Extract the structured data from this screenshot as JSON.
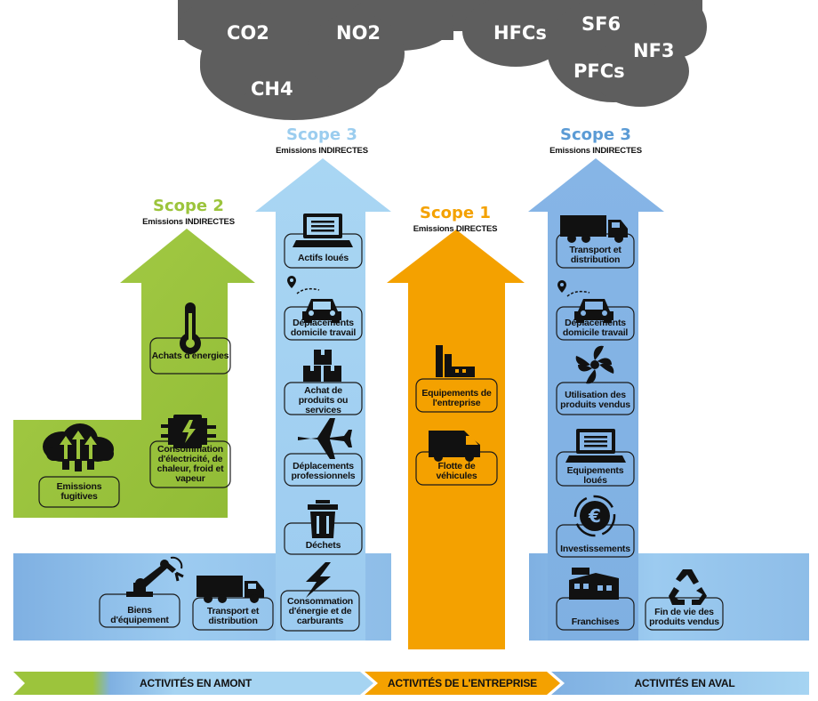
{
  "gases": [
    "CO2",
    "NO2",
    "CH4",
    "HFCs",
    "SF6",
    "NF3",
    "PFCs"
  ],
  "scopes": {
    "scope2": {
      "title": "Scope 2",
      "subtitle": "Emissions INDIRECTES"
    },
    "scope3_upstream": {
      "title": "Scope 3",
      "subtitle": "Emissions INDIRECTES"
    },
    "scope1": {
      "title": "Scope 1",
      "subtitle": "Emissions DIRECTES"
    },
    "scope3_downstream": {
      "title": "Scope 3",
      "subtitle": "Emissions INDIRECTES"
    }
  },
  "items": {
    "emissions_fugitives": "Emissions fugitives",
    "achats_energies": "Achats d'énergies",
    "consommation_electricite": "Consommation d'électricité, de chaleur, froid et vapeur",
    "actifs_loues": "Actifs loués",
    "deplacements_domicile_up": "Déplacements domicile travail",
    "achat_produits": "Achat de produits ou services",
    "deplacements_pro": "Déplacements professionnels",
    "dechets": "Déchets",
    "biens_equipement": "Biens d'équipement",
    "transport_up": "Transport et distribution",
    "consommation_energie": "Consommation d'énergie et de carburants",
    "equipements_entreprise": "Equipements de l'entreprise",
    "flotte_vehicules": "Flotte de véhicules",
    "transport_down": "Transport et distribution",
    "deplacements_domicile_down": "Déplacements domicile travail",
    "utilisation_produits": "Utilisation des produits vendus",
    "equipements_loues": "Equipements loués",
    "investissements": "Investissements",
    "franchises": "Franchises",
    "fin_de_vie": "Fin de vie des produits vendus"
  },
  "banners": {
    "amont": "ACTIVITÉS EN AMONT",
    "entreprise": "ACTIVITÉS DE L'ENTREPRISE",
    "aval": "ACTIVITÉS EN AVAL"
  },
  "colors": {
    "green": "#9cc43c",
    "orange": "#f4a100",
    "light_blue": "#a6d4f2",
    "mid_blue": "#7fb1e3",
    "cloud": "#5e5e5e",
    "scope3_title": "#9bcdef",
    "scope3_down_title": "#5b9bd5"
  }
}
